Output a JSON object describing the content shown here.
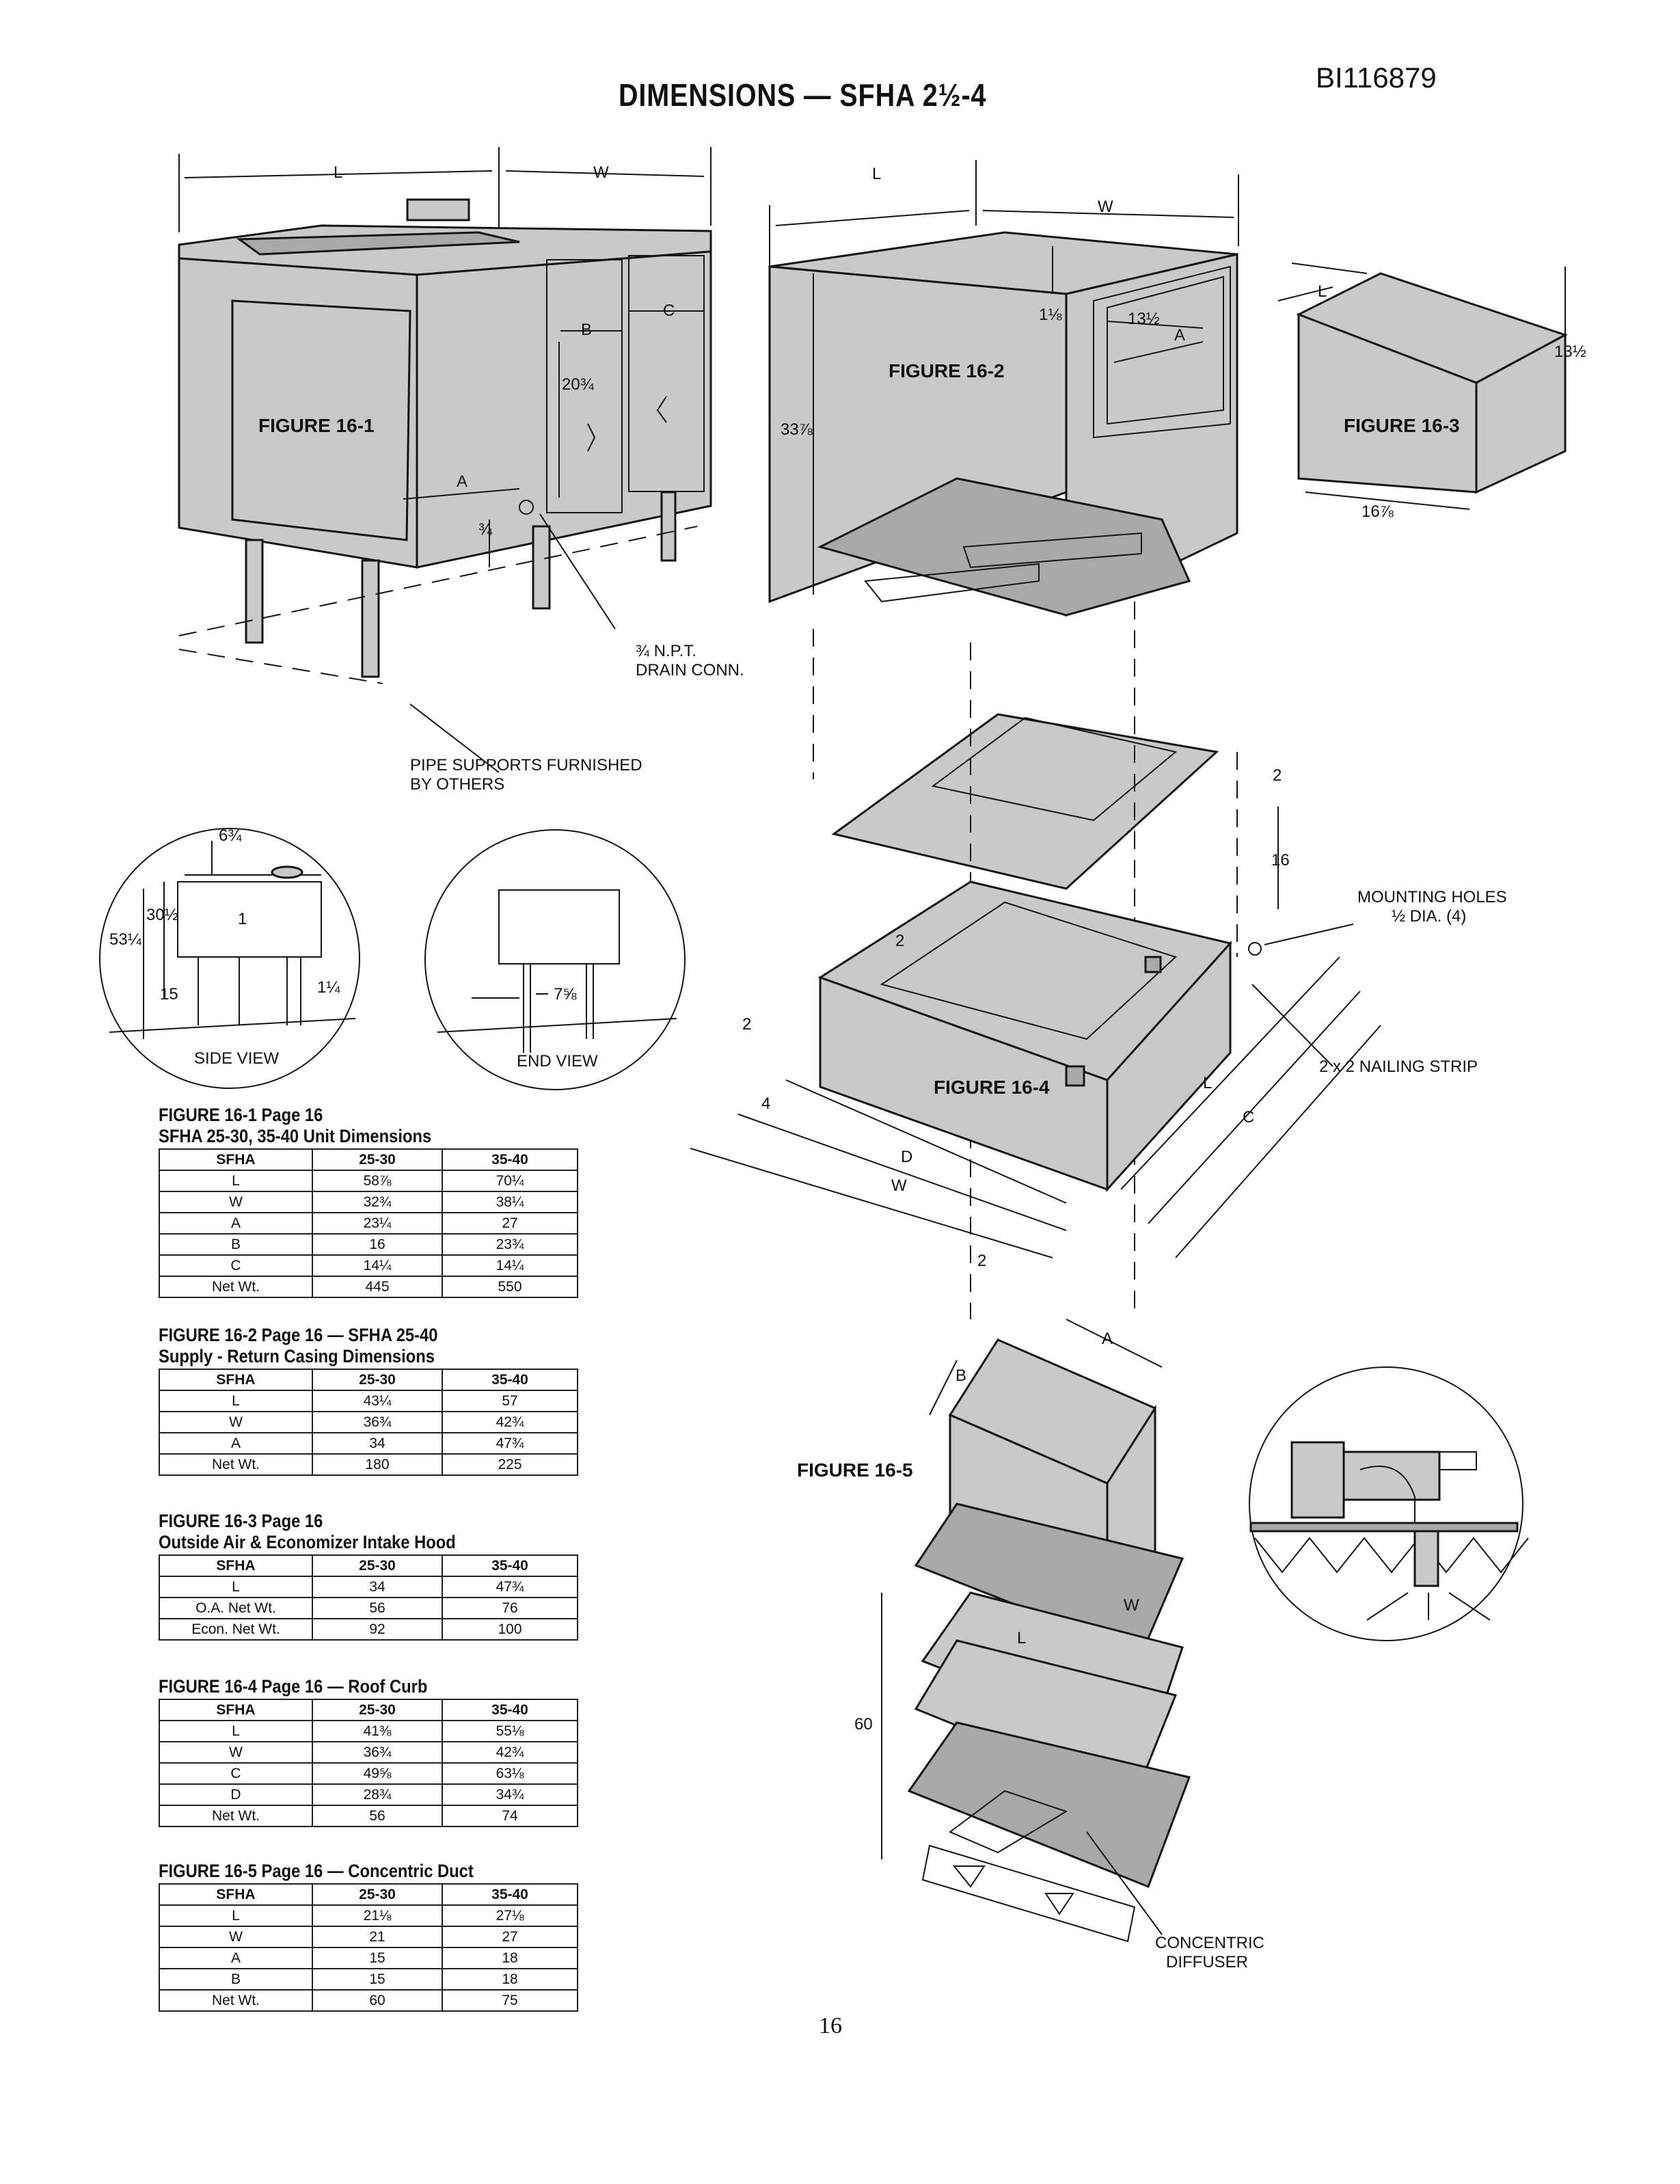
{
  "header": {
    "title": "DIMENSIONS — SFHA 2½-4",
    "doc_id": "BI116879"
  },
  "page_number": "16",
  "figures": {
    "fig1": "FIGURE 16-1",
    "fig2": "FIGURE 16-2",
    "fig3": "FIGURE 16-3",
    "fig4": "FIGURE 16-4",
    "fig5": "FIGURE 16-5"
  },
  "labels": {
    "L": "L",
    "W": "W",
    "A": "A",
    "B": "B",
    "C": "C",
    "D": "D",
    "drain": [
      "¾ N.P.T.",
      "DRAIN CONN."
    ],
    "pipe_supports": [
      "PIPE SUPPORTS FURNISHED",
      "BY OTHERS"
    ],
    "mounting_holes": [
      "MOUNTING HOLES",
      "½ DIA. (4)"
    ],
    "nailing_strip": "2 x 2 NAILING STRIP",
    "diffuser": [
      "CONCENTRIC",
      "DIFFUSER"
    ],
    "side_view": "SIDE VIEW",
    "end_view": "END VIEW"
  },
  "dims": {
    "fig1_2034": "20¾",
    "fig1_34": "¾",
    "fig2_118": "1⅛",
    "fig2_1312": "13½",
    "fig2_3378": "33⅞",
    "fig3_1312": "13½",
    "fig3_1678": "16⅞",
    "fig4_2": "2",
    "fig4_16": "16",
    "fig4_4": "4",
    "fig5_60": "60",
    "side_634": "6¾",
    "side_3012": "30½",
    "side_5314": "53¼",
    "side_1": "1",
    "side_15": "15",
    "side_114": "1¼",
    "end_758": "7⅝"
  },
  "tables": [
    {
      "caption1": "FIGURE 16-1 Page 16",
      "caption2": "SFHA 25-30, 35-40 Unit Dimensions",
      "headers": [
        "SFHA",
        "25-30",
        "35-40"
      ],
      "rows": [
        [
          "L",
          "58⅞",
          "70¼"
        ],
        [
          "W",
          "32¾",
          "38¼"
        ],
        [
          "A",
          "23¼",
          "27"
        ],
        [
          "B",
          "16",
          "23¾"
        ],
        [
          "C",
          "14¼",
          "14¼"
        ],
        [
          "Net Wt.",
          "445",
          "550"
        ]
      ]
    },
    {
      "caption1": "FIGURE 16-2 Page 16 — SFHA 25-40",
      "caption2": "Supply - Return Casing Dimensions",
      "headers": [
        "SFHA",
        "25-30",
        "35-40"
      ],
      "rows": [
        [
          "L",
          "43¼",
          "57"
        ],
        [
          "W",
          "36¾",
          "42¾"
        ],
        [
          "A",
          "34",
          "47¾"
        ],
        [
          "Net Wt.",
          "180",
          "225"
        ]
      ]
    },
    {
      "caption1": "FIGURE 16-3 Page 16",
      "caption2": "Outside Air & Economizer Intake Hood",
      "headers": [
        "SFHA",
        "25-30",
        "35-40"
      ],
      "rows": [
        [
          "L",
          "34",
          "47¾"
        ],
        [
          "O.A. Net Wt.",
          "56",
          "76"
        ],
        [
          "Econ. Net Wt.",
          "92",
          "100"
        ]
      ]
    },
    {
      "caption1": "FIGURE 16-4 Page 16 — Roof Curb",
      "caption2": "",
      "headers": [
        "SFHA",
        "25-30",
        "35-40"
      ],
      "rows": [
        [
          "L",
          "41⅜",
          "55⅛"
        ],
        [
          "W",
          "36¾",
          "42¾"
        ],
        [
          "C",
          "49⅝",
          "63⅛"
        ],
        [
          "D",
          "28¾",
          "34¾"
        ],
        [
          "Net Wt.",
          "56",
          "74"
        ]
      ]
    },
    {
      "caption1": "FIGURE 16-5 Page 16 — Concentric Duct",
      "caption2": "",
      "headers": [
        "SFHA",
        "25-30",
        "35-40"
      ],
      "rows": [
        [
          "L",
          "21⅛",
          "27⅛"
        ],
        [
          "W",
          "21",
          "27"
        ],
        [
          "A",
          "15",
          "18"
        ],
        [
          "B",
          "15",
          "18"
        ],
        [
          "Net Wt.",
          "60",
          "75"
        ]
      ]
    }
  ]
}
